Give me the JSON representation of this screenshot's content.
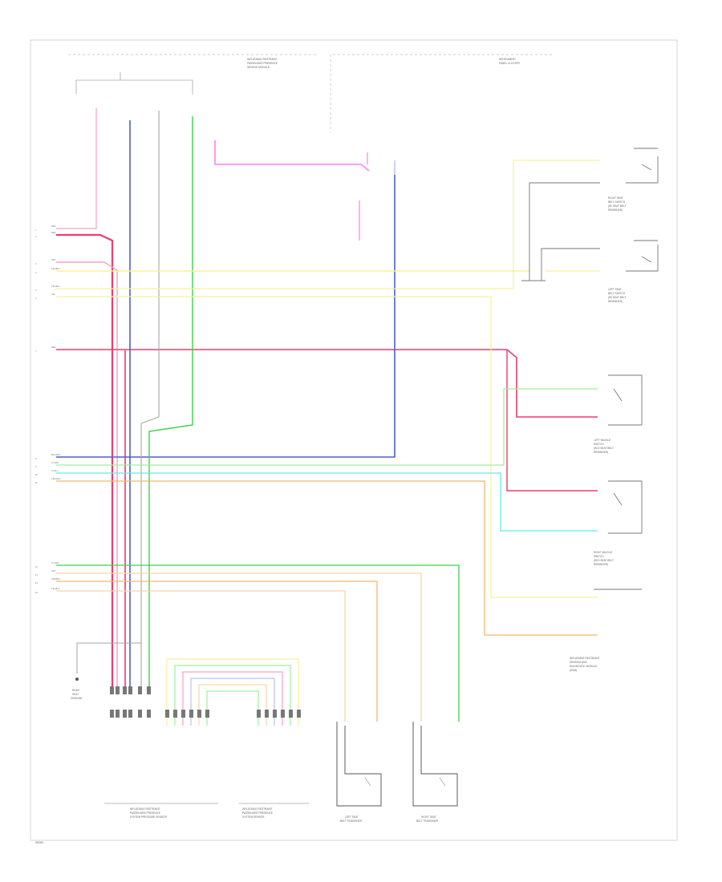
{
  "diagram": {
    "footer_code": "W0000",
    "colors": {
      "red": "#ef3b6b",
      "pink": "#f6a0c8",
      "magenta": "#ff7ff5",
      "blue": "#4c5fd0",
      "light_blue": "#b9c0f0",
      "green": "#3fd14a",
      "light_green": "#9df09a",
      "cyan": "#62ece8",
      "yellow": "#f8f196",
      "tan": "#f3d7a6",
      "orange": "#f4b86a",
      "gray": "#a6a6a6"
    },
    "components": {
      "top_left_module": [
        "INFLATABLE RESTRAINT",
        "PASSENGER PRESENCE",
        "SENSOR MODULE"
      ],
      "top_right_module": [
        "INSTRUMENT",
        "PANEL CLUSTER"
      ],
      "right_switch_1": [
        "RIGHT SEAT",
        "BELT SWITCH",
        "(W/ SEAT BELT",
        "REMINDER)"
      ],
      "right_switch_2": [
        "LEFT SEAT",
        "BELT SWITCH",
        "(W/ SEAT BELT",
        "REMINDER)"
      ],
      "right_switch_3": [
        "LEFT BUCKLE",
        "SWITCH",
        "(W/O SEAT BELT",
        "REMINDER)"
      ],
      "right_switch_4": [
        "RIGHT BUCKLE",
        "SWITCH",
        "(W/O SEAT BELT",
        "REMINDER)"
      ],
      "right_note": [
        "INFLATABLE RESTRAINT",
        "SENSING AND",
        "DIAGNOSTIC MODULE",
        "(SDM)"
      ],
      "bottom_left_module": [
        "INFLATABLE RESTRAINT",
        "PASSENGER PRESENCE",
        "SYSTEM PRESSURE SENSOR"
      ],
      "bottom_mid_module": [
        "INFLATABLE RESTRAINT",
        "PASSENGER PRESENCE",
        "SYSTEM SENSOR"
      ],
      "bottom_tensioner_1": [
        "LEFT SEAT",
        "BELT TENSIONER"
      ],
      "bottom_tensioner_2": [
        "RIGHT SEAT",
        "BELT TENSIONER"
      ],
      "ground_label": [
        "REAR",
        "SEAT",
        "GROUND"
      ]
    },
    "wire_labels": {
      "left_edge": [
        "1",
        "2",
        "3",
        "4",
        "5",
        "6",
        "7",
        "8",
        "9",
        "10",
        "11",
        "12",
        "13",
        "14",
        "15"
      ],
      "left_names": [
        "RED",
        "RED",
        "PNK",
        "YEL/BLK",
        "YEL/BLK",
        "YEL",
        "RED",
        "BLK/WHT",
        "LT GRN",
        "LT BLU",
        "YEL/GRN",
        "LT GRN",
        "GRY",
        "ORN/BLK",
        "YEL/BLK"
      ]
    }
  }
}
